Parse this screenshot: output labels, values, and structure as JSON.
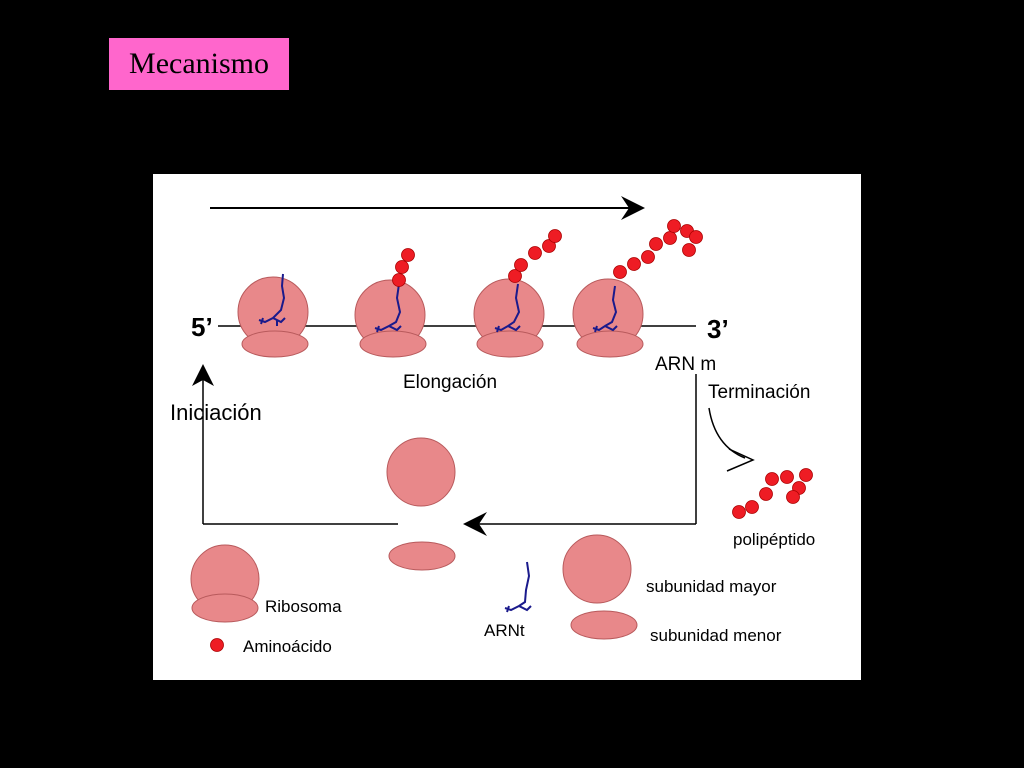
{
  "slide": {
    "title": "Mecanismo",
    "title_bg_color": "#ff66cc",
    "background_color": "#000000"
  },
  "diagram": {
    "mrna_5prime": "5’",
    "mrna_3prime": "3’",
    "mrna_label": "ARN m",
    "stage_elongation": "Elongación",
    "stage_initiation": "Iniciación",
    "stage_termination": "Terminación",
    "product_label": "polipéptido",
    "legend": {
      "ribosome": "Ribosoma",
      "amino_acid": "Aminoácido",
      "trna": "ARNt",
      "large_subunit": "subunidad mayor",
      "small_subunit": "subunidad menor"
    },
    "colors": {
      "ribosome_fill": "#e8888a",
      "ribosome_stroke": "#b85a5c",
      "amino_acid": "#ee1c24",
      "trna": "#1a1a8c"
    }
  }
}
